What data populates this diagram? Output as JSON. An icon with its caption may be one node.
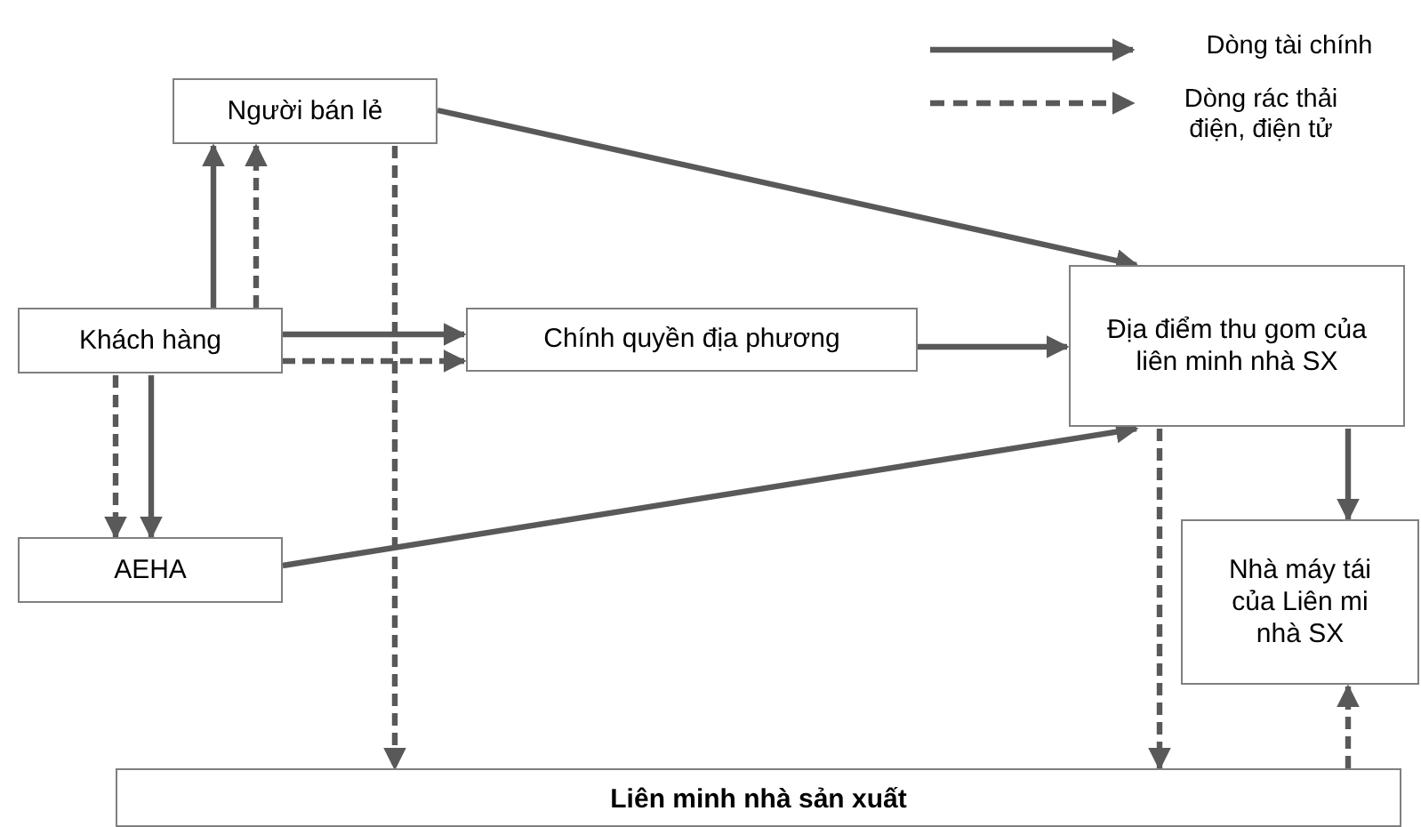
{
  "diagram": {
    "nodes": [
      {
        "text": [
          "Người bán lẻ"
        ]
      },
      {
        "text": [
          "Khách hàng"
        ]
      },
      {
        "text": [
          "Chính quyền địa phương"
        ]
      },
      {
        "text": [
          "Địa điểm thu gom của liên minh nhà SX"
        ]
      },
      {
        "text": [
          "AEHA"
        ]
      },
      {
        "text": [
          "Nhà máy tái của Liên mi nhà SX"
        ]
      },
      {
        "text": [
          "Liên minh nhà sản xuất"
        ]
      }
    ],
    "edges": [
      {
        "from": 1,
        "to": 0,
        "arrow": "to"
      },
      {
        "from": 1,
        "to": 0,
        "arrow": "to",
        "style": "dashed"
      },
      {
        "from": 0,
        "to": 6,
        "arrow": "to",
        "style": "dashed"
      },
      {
        "from": 0,
        "to": 3,
        "arrow": "to"
      },
      {
        "from": 1,
        "to": 2,
        "arrow": "to"
      },
      {
        "from": 1,
        "to": 2,
        "arrow": "to",
        "style": "dashed"
      },
      {
        "from": 2,
        "to": 3,
        "arrow": "to"
      },
      {
        "from": 1,
        "to": 4,
        "arrow": "to",
        "style": "dashed"
      },
      {
        "from": 1,
        "to": 4,
        "arrow": "to"
      },
      {
        "from": 4,
        "to": 3,
        "arrow": "to"
      },
      {
        "from": 3,
        "to": 6,
        "arrow": "to",
        "style": "dashed"
      },
      {
        "from": 3,
        "to": 5,
        "arrow": "to"
      },
      {
        "from": 6,
        "to": 5,
        "arrow": "to",
        "style": "dashed"
      }
    ],
    "legend": [
      {
        "text": "Dòng tài chính"
      },
      {
        "text": "Dòng rác thải điện, điện tử"
      }
    ]
  }
}
